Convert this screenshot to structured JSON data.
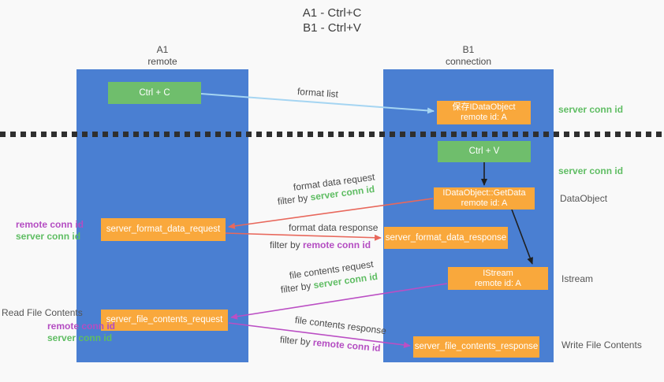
{
  "title": {
    "line1": "A1 - Ctrl+C",
    "line2": "B1 - Ctrl+V"
  },
  "columns": {
    "left": {
      "name": "A1",
      "role": "remote"
    },
    "right": {
      "name": "B1",
      "role": "connection"
    }
  },
  "nodes": {
    "ctrl_c": {
      "label": "Ctrl + C"
    },
    "ctrl_v": {
      "label": "Ctrl + V"
    },
    "save_idataobject": {
      "line1": "保存IDataObject",
      "line2": "remote id: A"
    },
    "getdata": {
      "line1": "IDataObject::GetData",
      "line2": "remote id: A"
    },
    "istream": {
      "line1": "IStream",
      "line2": "remote id: A"
    },
    "format_request": {
      "label": "server_format_data_request"
    },
    "format_response": {
      "label": "server_format_data_response"
    },
    "file_request": {
      "label": "server_file_contents_request"
    },
    "file_response": {
      "label": "server_file_contents_response"
    }
  },
  "annotations": {
    "server_conn_id_right_top": "server conn id",
    "server_conn_id_right_mid": "server conn id",
    "dataobject": "DataObject",
    "istream": "Istream",
    "write_file_contents": "Write File Contents",
    "read_file_contents": "Read File Contents",
    "left_group1": {
      "remote": "remote conn id",
      "server": "server conn id"
    },
    "left_group2": {
      "remote": "remote conn id",
      "server": "server conn id"
    }
  },
  "arrow_labels": {
    "format_list": "format list",
    "format_data_request": "format data request",
    "format_data_response": "format data response",
    "file_contents_request": "file contents request",
    "file_contents_response": "file contents response",
    "filter_by": "filter by ",
    "server_conn_id": "server conn id",
    "remote_conn_id": "remote conn id"
  },
  "colors": {
    "lifeline_blue": "#4a7fd2",
    "node_green": "#6fbe6c",
    "node_orange": "#f9a83c",
    "arrow_blue": "#a5d5f2",
    "arrow_black": "#1f1f1f",
    "arrow_red": "#e8685c",
    "arrow_magenta": "#bb4fc4",
    "text_green": "#5fbd63",
    "text_purple": "#b44dc2"
  }
}
